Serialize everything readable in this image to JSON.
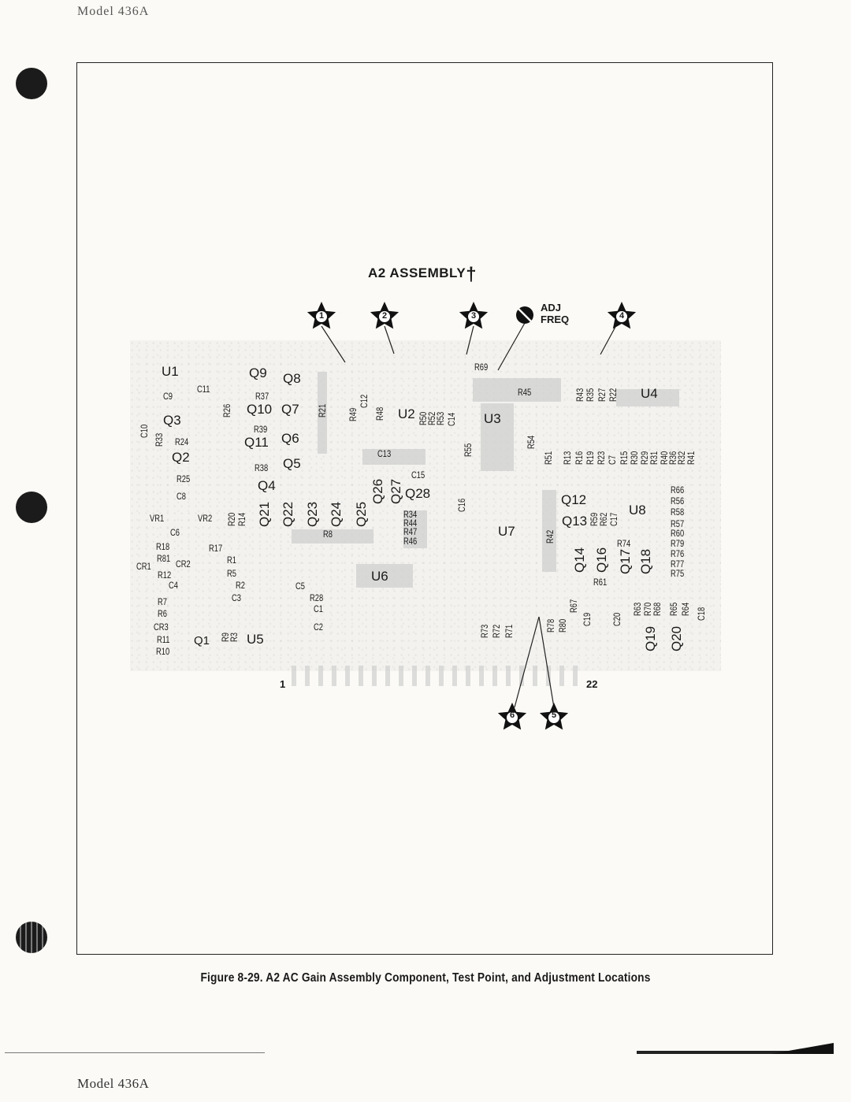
{
  "page": {
    "header_top": "Model 436A",
    "footer_model": "Model 436A"
  },
  "figure": {
    "title": "A2 ASSEMBLY",
    "title_mark": "†",
    "adjust_label_1": "ADJ",
    "adjust_label_2": "FREQ",
    "caption": "Figure 8-29.  A2 AC Gain Assembly Component, Test Point, and Adjustment Locations",
    "connector_first_pin": "1",
    "connector_last_pin": "22",
    "test_points": [
      "1",
      "2",
      "3",
      "4",
      "5",
      "6"
    ],
    "components": [
      "U1",
      "C9",
      "C11",
      "R26",
      "Q3",
      "C10",
      "R33",
      "R24",
      "Q2",
      "R25",
      "C8",
      "VR1",
      "VR2",
      "C6",
      "R18",
      "R81",
      "CR1",
      "CR2",
      "R12",
      "C4",
      "R7",
      "R6",
      "CR3",
      "R11",
      "R10",
      "Q1",
      "R9",
      "R3",
      "U5",
      "R17",
      "R1",
      "R5",
      "R2",
      "C3",
      "R20",
      "R14",
      "Q9",
      "Q8",
      "R37",
      "Q10",
      "Q7",
      "R39",
      "Q11",
      "Q6",
      "R38",
      "Q5",
      "Q4",
      "Q21",
      "Q22",
      "Q23",
      "Q24",
      "Q25",
      "Q26",
      "Q27",
      "Q28",
      "R8",
      "C5",
      "R28",
      "C1",
      "C2",
      "U6",
      "R21",
      "R49",
      "C12",
      "R48",
      "U2",
      "R50",
      "R52",
      "R53",
      "C14",
      "C13",
      "C15",
      "R34",
      "R44",
      "R47",
      "R46",
      "C16",
      "R55",
      "U3",
      "R69",
      "R45",
      "R54",
      "R51",
      "U7",
      "R42",
      "R73",
      "R72",
      "R71",
      "R78",
      "R80",
      "R67",
      "C19",
      "C20",
      "R43",
      "R35",
      "R27",
      "R22",
      "U4",
      "R13",
      "R16",
      "R19",
      "R23",
      "C7",
      "R15",
      "R30",
      "R29",
      "R31",
      "R40",
      "R36",
      "R32",
      "R41",
      "Q12",
      "R59",
      "R62",
      "C17",
      "U8",
      "Q13",
      "R74",
      "Q14",
      "Q16",
      "Q17",
      "Q18",
      "R61",
      "R66",
      "R56",
      "R58",
      "R57",
      "R60",
      "R79",
      "R76",
      "R77",
      "R75",
      "R63",
      "R70",
      "R68",
      "R65",
      "R64",
      "C18",
      "Q19",
      "Q20"
    ]
  }
}
